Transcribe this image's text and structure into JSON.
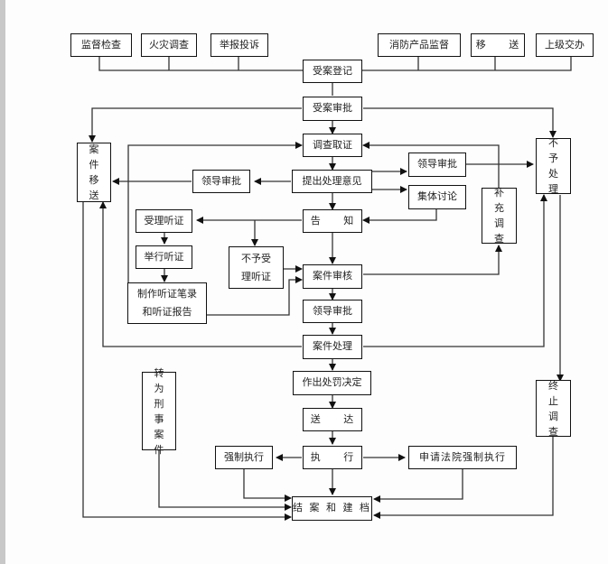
{
  "diagram": {
    "sources": [
      "监督检查",
      "火灾调查",
      "举报投诉",
      "消防产品监督",
      "移 送",
      "上级交办"
    ],
    "nodes": {
      "register": "受案登记",
      "approve_case": "受案审批",
      "investigate": "调查取证",
      "propose": "提出处理意见",
      "leader_approve_left": "领导审批",
      "leader_approve_right": "领导审批",
      "group_discuss": "集体讨论",
      "notify": "告 知",
      "accept_hearing": "受理听证",
      "hold_hearing": "举行听证",
      "hearing_record_line1": "制作听证笔录",
      "hearing_record_line2": "和听证报告",
      "reject_hearing_line1": "不予受",
      "reject_hearing_line2": "理听证",
      "case_review": "案件审核",
      "leader_approve_mid": "领导审批",
      "case_handle": "案件处理",
      "penalty_decision": "作出处罚决定",
      "deliver": "送 达",
      "execute": "执 行",
      "force_execute": "强制执行",
      "court_execute": "申请法院强制执行",
      "close_archive": "结 案 和 建 档"
    },
    "vertical_nodes": {
      "case_transfer": [
        "案",
        "件",
        "移",
        "送"
      ],
      "no_handling": [
        "不",
        "予",
        "处",
        "理"
      ],
      "supplement_investigate": [
        "补",
        "充",
        "调",
        "查"
      ],
      "criminal_case": [
        "转",
        "为",
        "刑",
        "事",
        "案",
        "件"
      ],
      "terminate_investigate": [
        "终",
        "止",
        "调",
        "查"
      ]
    }
  }
}
